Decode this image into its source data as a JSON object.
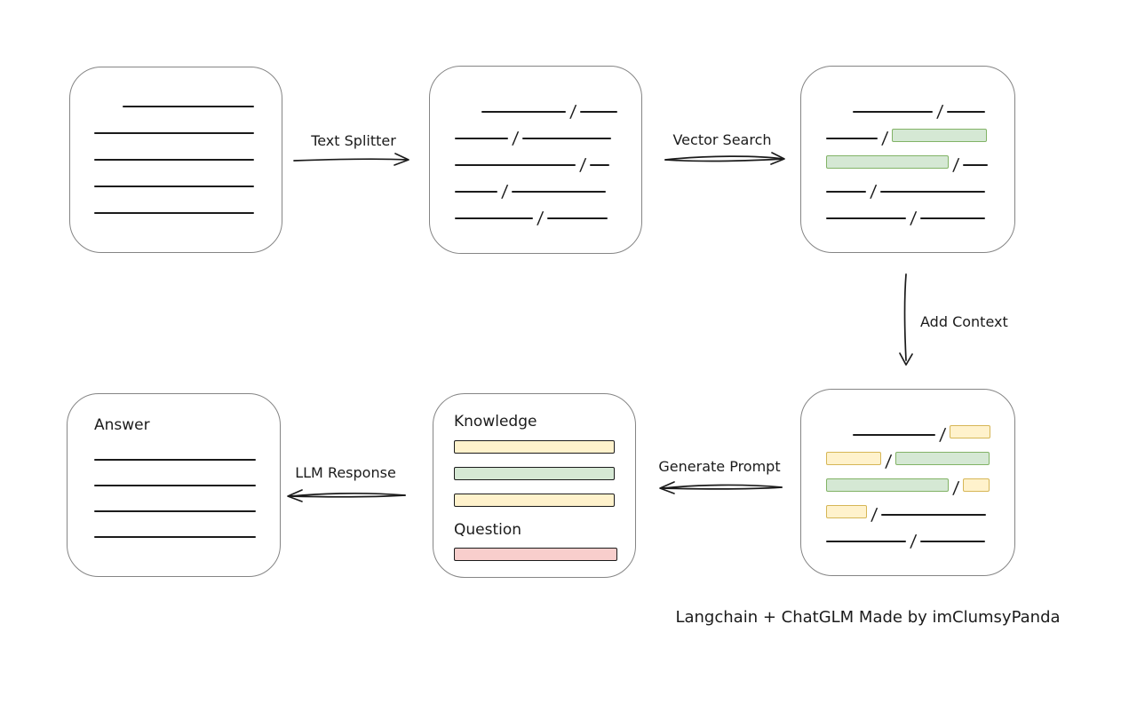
{
  "diagram": {
    "caption": "Langchain + ChatGLM Made by imClumsyPanda",
    "slash_char": "/",
    "colors": {
      "stroke": "#1b1b1b",
      "box-border": "#858585",
      "green-fill": "#d5e8d4",
      "green-border": "#82b366",
      "yellow-fill": "#fff2cc",
      "yellow-border": "#d6b656",
      "red-fill": "#f8cecc",
      "red-border": "#b85450"
    },
    "arrows": {
      "text_splitter": {
        "label": "Text Splitter",
        "direction": "right"
      },
      "vector_search": {
        "label": "Vector Search",
        "direction": "right"
      },
      "add_context": {
        "label": "Add Context",
        "direction": "down"
      },
      "generate_prompt": {
        "label": "Generate Prompt",
        "direction": "left"
      },
      "llm_response": {
        "label": "LLM Response",
        "direction": "left"
      }
    },
    "boxes": {
      "source_document": {
        "lines": [
          {
            "indent": 32,
            "w": 148
          },
          {
            "indent": 0,
            "w": 180
          },
          {
            "indent": 0,
            "w": 180
          },
          {
            "indent": 0,
            "w": 180
          },
          {
            "indent": 0,
            "w": 180
          }
        ]
      },
      "split_chunks": {
        "rows": [
          {
            "indent": 30,
            "segs": [
              {
                "type": "line",
                "w": 95
              },
              {
                "type": "slash"
              },
              {
                "type": "line",
                "w": 42
              }
            ]
          },
          {
            "indent": 0,
            "segs": [
              {
                "type": "line",
                "w": 60
              },
              {
                "type": "slash"
              },
              {
                "type": "line",
                "w": 100
              }
            ]
          },
          {
            "indent": 0,
            "segs": [
              {
                "type": "line",
                "w": 136
              },
              {
                "type": "slash"
              },
              {
                "type": "line",
                "w": 22
              }
            ]
          },
          {
            "indent": 0,
            "segs": [
              {
                "type": "line",
                "w": 48
              },
              {
                "type": "slash"
              },
              {
                "type": "line",
                "w": 106
              }
            ]
          },
          {
            "indent": 0,
            "segs": [
              {
                "type": "line",
                "w": 88
              },
              {
                "type": "slash"
              },
              {
                "type": "line",
                "w": 68
              }
            ]
          }
        ]
      },
      "matched_chunks": {
        "rows": [
          {
            "indent": 30,
            "segs": [
              {
                "type": "line",
                "w": 90
              },
              {
                "type": "slash"
              },
              {
                "type": "line",
                "w": 43
              }
            ]
          },
          {
            "indent": 0,
            "segs": [
              {
                "type": "line",
                "w": 58
              },
              {
                "type": "slash"
              },
              {
                "type": "green",
                "w": 107
              }
            ]
          },
          {
            "indent": 0,
            "segs": [
              {
                "type": "green",
                "w": 138
              },
              {
                "type": "slash"
              },
              {
                "type": "line",
                "w": 28
              }
            ]
          },
          {
            "indent": 0,
            "segs": [
              {
                "type": "line",
                "w": 45
              },
              {
                "type": "slash"
              },
              {
                "type": "line",
                "w": 118
              }
            ]
          },
          {
            "indent": 0,
            "segs": [
              {
                "type": "line",
                "w": 90
              },
              {
                "type": "slash"
              },
              {
                "type": "line",
                "w": 73
              }
            ]
          }
        ]
      },
      "context_chunks": {
        "rows": [
          {
            "indent": 30,
            "segs": [
              {
                "type": "line",
                "w": 93
              },
              {
                "type": "slash"
              },
              {
                "type": "yellow",
                "w": 46
              }
            ]
          },
          {
            "indent": 0,
            "segs": [
              {
                "type": "yellow",
                "w": 62
              },
              {
                "type": "slash"
              },
              {
                "type": "green",
                "w": 106
              }
            ]
          },
          {
            "indent": 0,
            "segs": [
              {
                "type": "green",
                "w": 138
              },
              {
                "type": "slash"
              },
              {
                "type": "yellow",
                "w": 30
              }
            ]
          },
          {
            "indent": 0,
            "segs": [
              {
                "type": "yellow",
                "w": 46
              },
              {
                "type": "slash"
              },
              {
                "type": "line",
                "w": 118
              }
            ]
          },
          {
            "indent": 0,
            "segs": [
              {
                "type": "line",
                "w": 90
              },
              {
                "type": "slash"
              },
              {
                "type": "line",
                "w": 73
              }
            ]
          }
        ]
      },
      "prompt": {
        "knowledge_label": "Knowledge",
        "question_label": "Question",
        "knowledge_bars": [
          {
            "color": "yellow",
            "w": 181
          },
          {
            "color": "green",
            "w": 181
          },
          {
            "color": "yellow",
            "w": 181
          }
        ],
        "question_bars": [
          {
            "color": "red",
            "w": 184
          }
        ]
      },
      "answer": {
        "label": "Answer",
        "lines": [
          {
            "indent": 0,
            "w": 182
          },
          {
            "indent": 0,
            "w": 182
          },
          {
            "indent": 0,
            "w": 182
          },
          {
            "indent": 0,
            "w": 182
          }
        ]
      }
    }
  }
}
